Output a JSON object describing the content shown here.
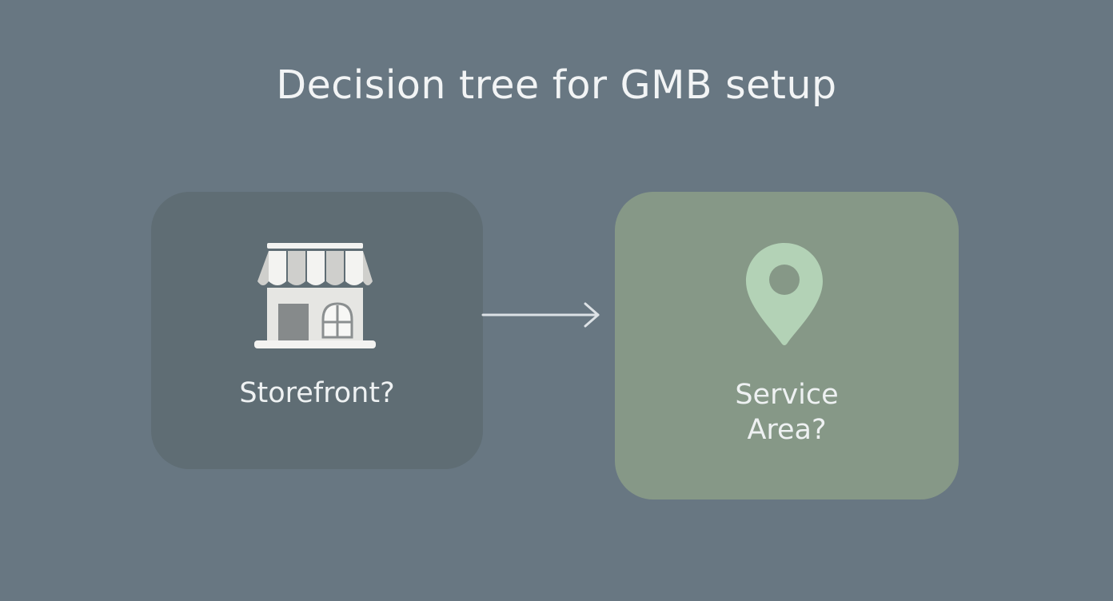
{
  "title": "Decision tree for GMB setup",
  "nodes": {
    "storefront": {
      "label": "Storefront?",
      "icon": "storefront-icon",
      "color": "#5f6d74"
    },
    "service_area": {
      "label_line1": "Service",
      "label_line2": "Area?",
      "icon": "map-pin-icon",
      "color": "#869887",
      "icon_color": "#b3d2b6"
    }
  },
  "edges": [
    {
      "from": "storefront",
      "to": "service_area"
    }
  ],
  "colors": {
    "background": "#687782",
    "text": "#f1f3f4",
    "arrow": "#dde2e6"
  }
}
